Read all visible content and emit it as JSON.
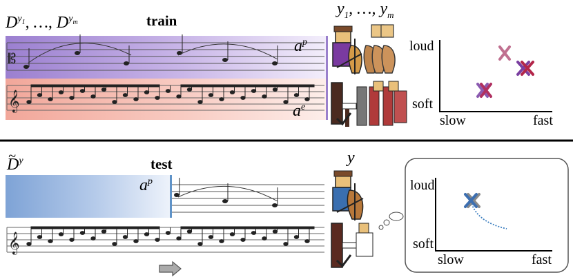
{
  "train": {
    "title": "train",
    "demo_label": "D^{y_1}, …, D^{y_m}",
    "demo_base": "D",
    "demo_sup1": "y",
    "demo_sub1": "1",
    "demo_sep": ", …, ",
    "demo_sup2": "y",
    "demo_sub2": "m",
    "players_label": "y_1, …, y_m",
    "players_y1": "y",
    "players_s1": "1",
    "players_sep": ", …, ",
    "players_y2": "y",
    "players_s2": "m",
    "accomp_label": "a^p",
    "accomp_base": "a",
    "accomp_sup": "p",
    "ensemble_label": "a^e",
    "ensemble_base": "a",
    "ensemble_sup": "e",
    "style_plot": {
      "y_high": "loud",
      "y_low": "soft",
      "x_low": "slow",
      "x_high": "fast",
      "points_colors": [
        "#c07090",
        "#7a3fa0",
        "#b3264a",
        "#8b5ab0",
        "#b03060"
      ]
    }
  },
  "test": {
    "title": "test",
    "demo_base": "D",
    "demo_sup": "y",
    "player_label": "y",
    "accomp_base": "a",
    "accomp_sup": "p",
    "style_plot": {
      "y_high": "loud",
      "y_low": "soft",
      "x_low": "slow",
      "x_high": "fast",
      "point_colors": [
        "#3d6fb0",
        "#8a8a8a"
      ],
      "trace_color": "#3d7fc0"
    }
  }
}
